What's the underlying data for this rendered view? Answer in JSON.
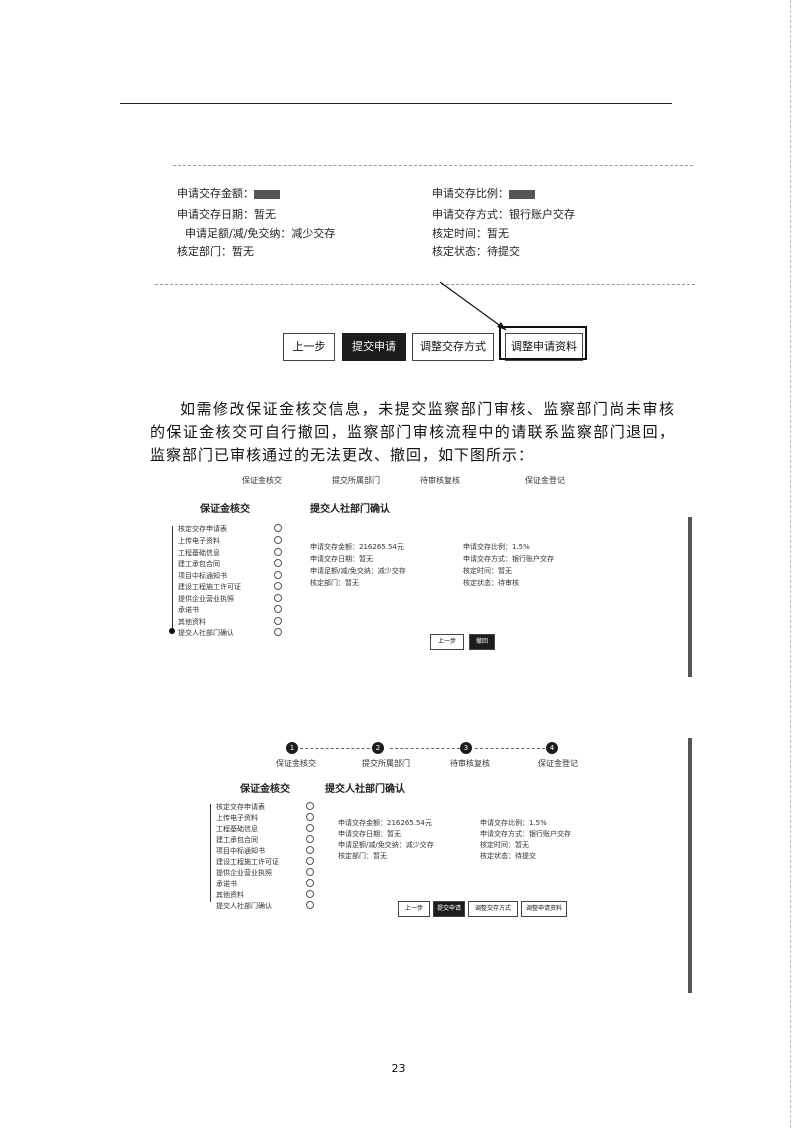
{
  "info1": {
    "left": [
      "申请交存金额：",
      "申请交存日期：暂无",
      "申请足额/减/免交纳：减少交存",
      "核定部门：暂无"
    ],
    "right": [
      "申请交存比例：",
      "申请交存方式：银行账户交存",
      "核定时间：暂无",
      "核定状态：待提交"
    ]
  },
  "buttons1": [
    "上一步",
    "提交申请",
    "调整交存方式",
    "调整申请资料"
  ],
  "paragraph": "如需修改保证金核交信息，未提交监察部门审核、监察部门尚未审核的保证金核交可自行撤回，监察部门审核流程中的请联系监察部门退回，监察部门已审核通过的无法更改、撤回，如下图所示：",
  "panel2": {
    "steps": [
      "保证金核交",
      "提交所属部门",
      "待审核复核",
      "保证金登记"
    ],
    "sidebar_title": "保证金核交",
    "section_title": "提交人社部门确认",
    "sidebar_items": [
      "核定交存申请表",
      "上传电子资料",
      "工程基础信息",
      "建工承包合同",
      "项目中标通知书",
      "建设工程施工许可证",
      "提供企业营业执照",
      "承诺书",
      "其他资料",
      "提交人社部门确认"
    ],
    "left": [
      "申请交存金额：216265.54元",
      "申请交存日期：暂无",
      "申请足额/减/免交纳：减少交存",
      "核定部门：暂无"
    ],
    "right": [
      "申请交存比例：1.5%",
      "申请交存方式：银行账户交存",
      "核定时间：暂无",
      "核定状态：待审核"
    ],
    "buttons": [
      "上一步",
      "撤回"
    ]
  },
  "panel3": {
    "steps": [
      "保证金核交",
      "提交所属部门",
      "待审核复核",
      "保证金登记"
    ],
    "sidebar_title": "保证金核交",
    "section_title": "提交人社部门确认",
    "sidebar_items": [
      "核定交存申请表",
      "上传电子资料",
      "工程基础信息",
      "建工承包合同",
      "项目中标通知书",
      "建设工程施工许可证",
      "提供企业营业执照",
      "承诺书",
      "其他资料",
      "提交人社部门确认"
    ],
    "left": [
      "申请交存金额：216265.54元",
      "申请交存日期：暂无",
      "申请足额/减/免交纳：减少交存",
      "核定部门：暂无"
    ],
    "right": [
      "申请交存比例：1.5%",
      "申请交存方式：银行账户交存",
      "核定时间：暂无",
      "核定状态：待提交"
    ],
    "buttons": [
      "上一步",
      "提交申请",
      "调整交存方式",
      "调整申请资料"
    ]
  },
  "page_number": "23"
}
